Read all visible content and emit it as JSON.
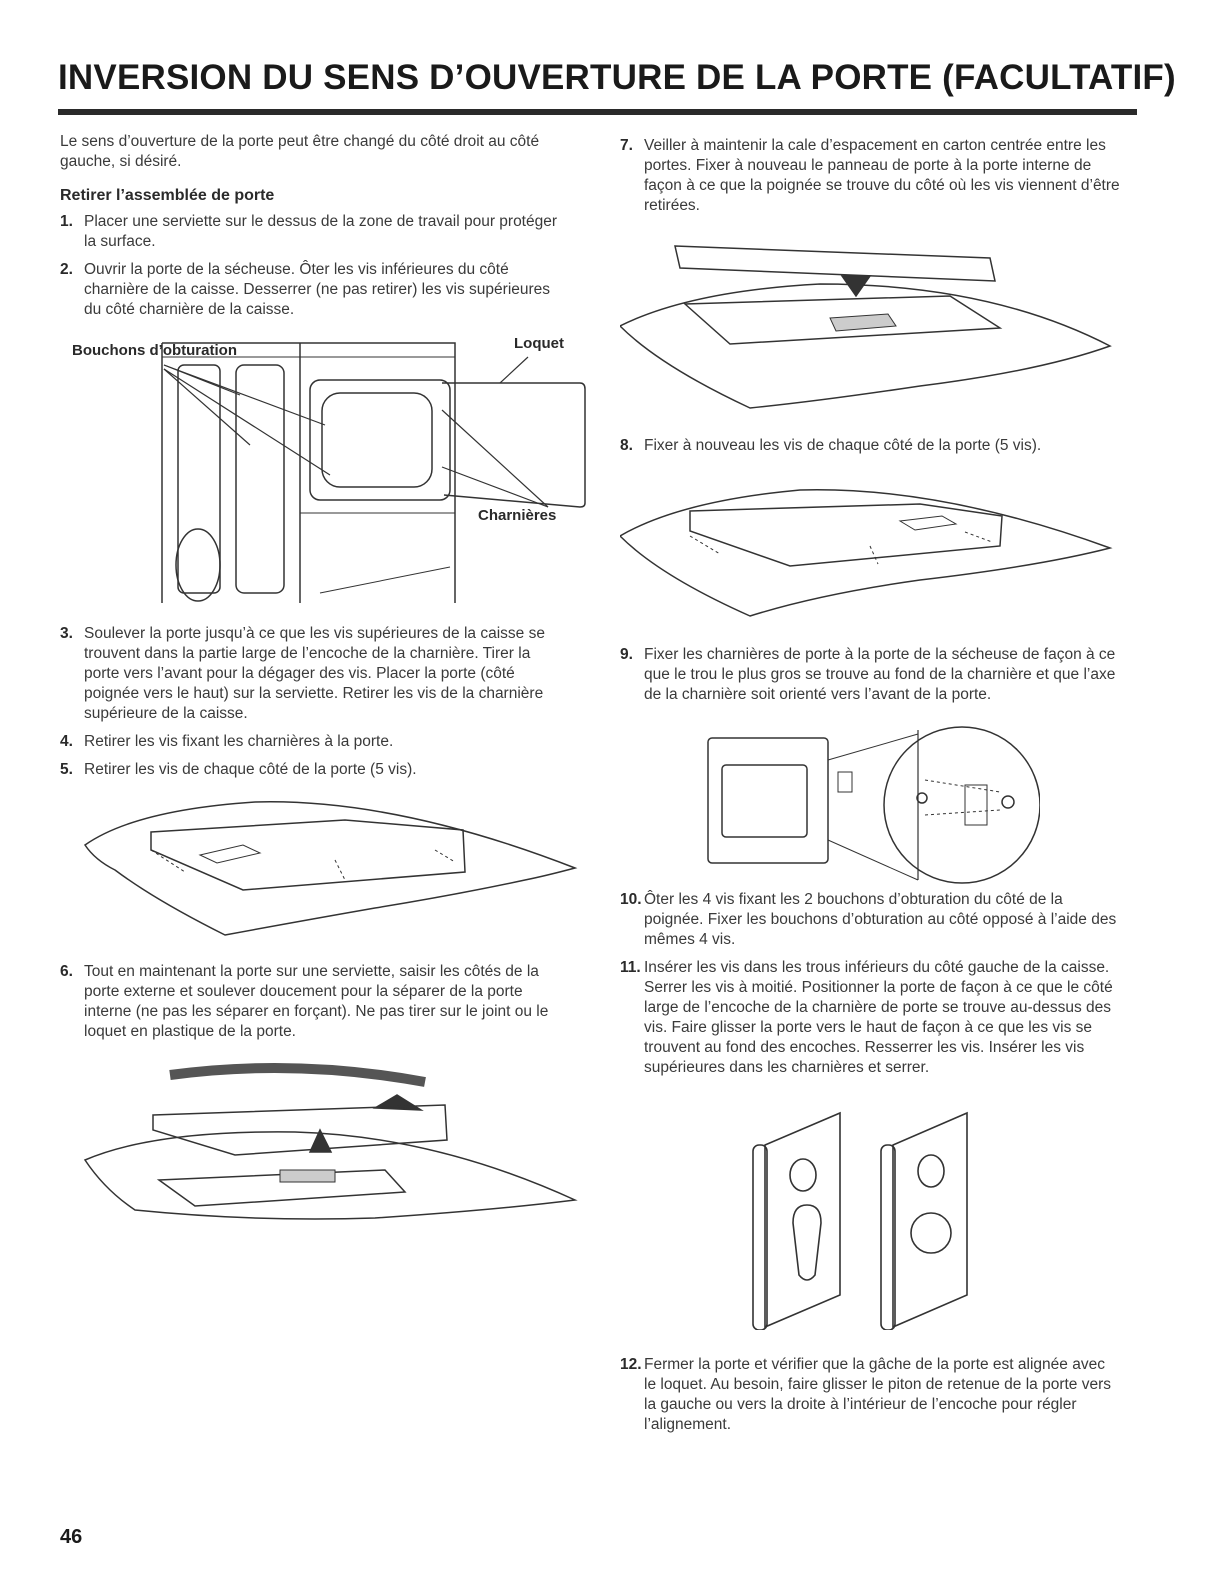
{
  "title": "INVERSION DU SENS D’OUVERTURE DE LA PORTE (FACULTATIF)",
  "intro": "Le sens d’ouverture de la porte peut être changé du côté droit au côté gauche, si désiré.",
  "subheading": "Retirer l’assemblée de porte",
  "steps": [
    {
      "n": "1.",
      "text": "Placer une serviette sur le dessus de la zone de travail pour protéger la surface."
    },
    {
      "n": "2.",
      "text": "Ouvrir la porte de la sécheuse. Ôter les vis inférieures du côté charnière de la caisse. Desserrer (ne pas retirer) les vis supérieures du côté charnière de la caisse."
    },
    {
      "n": "3.",
      "text": "Soulever la porte jusqu’à ce que les vis supérieures de la caisse se trouvent dans la partie large de l’encoche de la charnière. Tirer la porte vers l’avant pour la dégager des vis. Placer la porte (côté poignée vers le haut) sur la serviette. Retirer les vis de la charnière supérieure de la caisse."
    },
    {
      "n": "4.",
      "text": "Retirer les vis fixant les charnières à la porte."
    },
    {
      "n": "5.",
      "text": "Retirer les vis de chaque côté de la porte (5 vis)."
    },
    {
      "n": "6.",
      "text": "Tout en maintenant la porte sur une serviette, saisir les côtés de la porte externe et soulever doucement pour la séparer de la porte interne (ne pas les séparer en forçant). Ne pas tirer sur le joint ou le loquet en plastique de la porte."
    },
    {
      "n": "7.",
      "text": "Veiller à maintenir la cale d’espacement en carton centrée entre les portes. Fixer à nouveau le panneau de porte à la porte interne de façon à ce que la poignée se trouve du côté où les vis viennent d’être retirées."
    },
    {
      "n": "8.",
      "text": "Fixer à nouveau les vis de chaque côté de la porte (5 vis)."
    },
    {
      "n": "9.",
      "text": "Fixer les charnières de porte à la porte de la sécheuse de façon à ce que le trou le plus gros se trouve au fond de la charnière et que l’axe de la charnière soit orienté vers l’avant de la porte."
    },
    {
      "n": "10.",
      "text": "Ôter les 4 vis fixant les 2 bouchons d’obturation du côté de la poignée. Fixer les bouchons d’obturation au côté opposé à l’aide des mêmes 4 vis."
    },
    {
      "n": "11.",
      "text": "Insérer les vis dans les trous inférieurs du côté gauche de la caisse. Serrer les vis à moitié. Positionner la porte de façon à ce que le côté large de l’encoche de la charnière de porte se trouve au-dessus des vis. Faire glisser la porte vers le haut de façon à ce que les vis se trouvent au fond des encoches. Resserrer les vis. Insérer les vis supérieures dans les charnières et serrer."
    },
    {
      "n": "12.",
      "text": "Fermer la porte et vérifier que la gâche de la porte est alignée avec le loquet. Au besoin, faire glisser le piton de retenue de la porte vers la gauche ou vers la droite à l’intérieur de l’encoche pour régler l’alignement."
    }
  ],
  "figure_labels": {
    "plugs": "Bouchons d’obturation",
    "latch": "Loquet",
    "hinges": "Charnières"
  },
  "page_number": "46"
}
